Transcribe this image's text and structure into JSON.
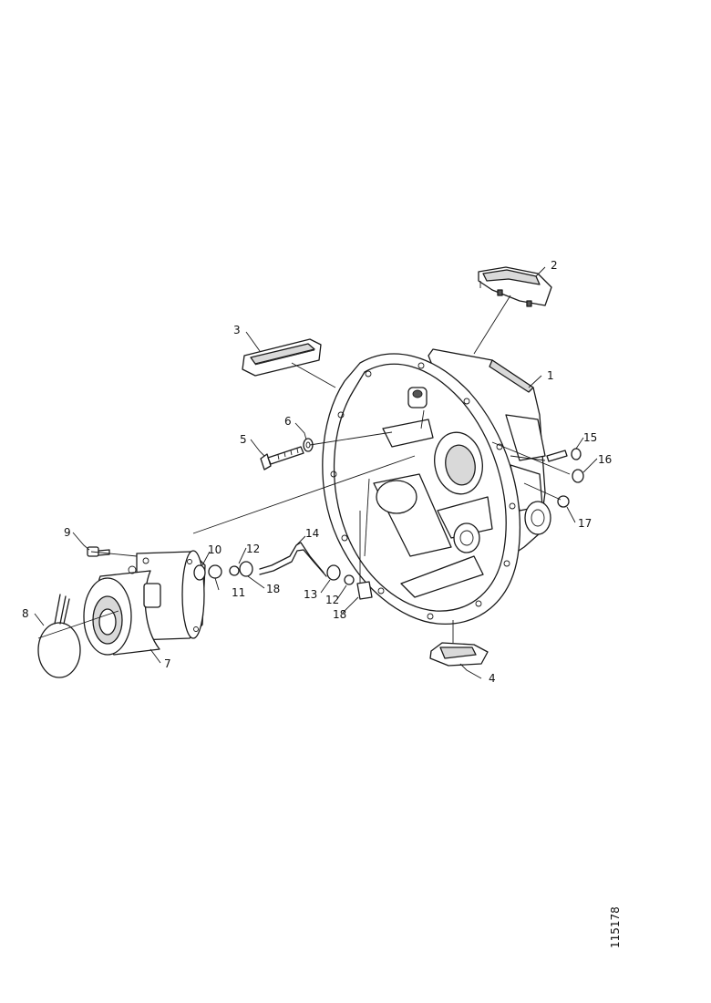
{
  "figure_id": "115178",
  "callouts": [
    {
      "id": "c1",
      "text": "1"
    },
    {
      "id": "c2",
      "text": "2"
    },
    {
      "id": "c3",
      "text": "3"
    },
    {
      "id": "c4",
      "text": "4"
    },
    {
      "id": "c5",
      "text": "5"
    },
    {
      "id": "c6",
      "text": "6"
    },
    {
      "id": "c7",
      "text": "7"
    },
    {
      "id": "c8",
      "text": "8"
    },
    {
      "id": "c9",
      "text": "9"
    },
    {
      "id": "c10",
      "text": "10"
    },
    {
      "id": "c11",
      "text": "11"
    },
    {
      "id": "c12a",
      "text": "12"
    },
    {
      "id": "c12b",
      "text": "12"
    },
    {
      "id": "c13",
      "text": "13"
    },
    {
      "id": "c14",
      "text": "14"
    },
    {
      "id": "c15",
      "text": "15"
    },
    {
      "id": "c16",
      "text": "16"
    },
    {
      "id": "c17",
      "text": "17"
    },
    {
      "id": "c18a",
      "text": "18"
    },
    {
      "id": "c18b",
      "text": "18"
    }
  ]
}
